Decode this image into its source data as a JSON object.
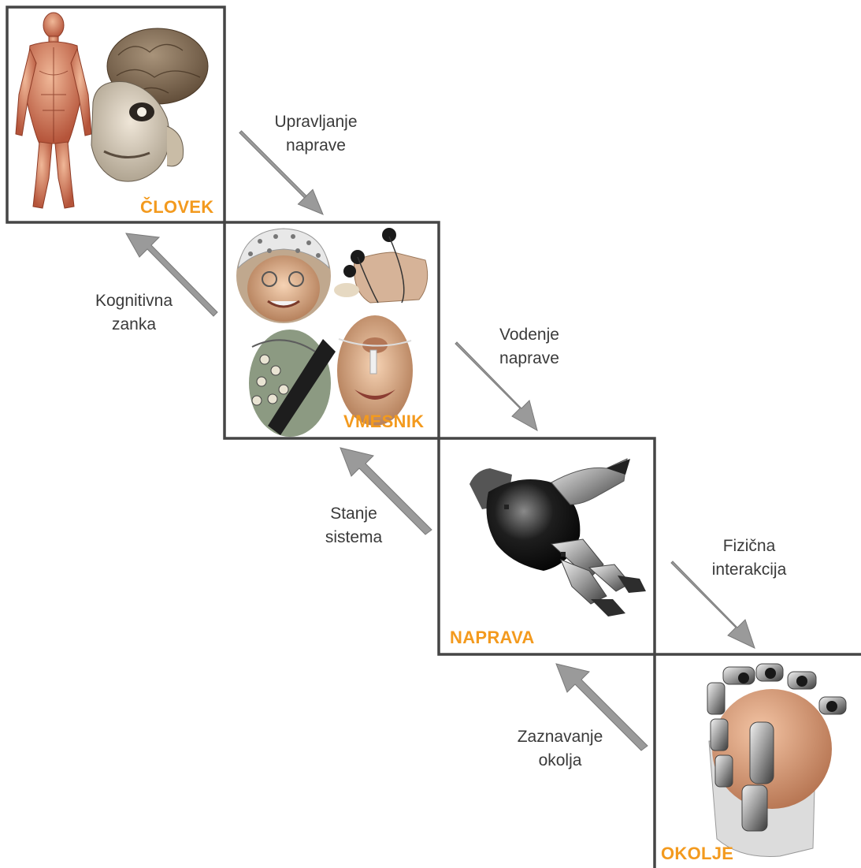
{
  "colors": {
    "accent": "#F39A1E",
    "box_border": "#454545",
    "arrow_fill": "#9a9a9a",
    "label_text": "#3a3a3a"
  },
  "boxes": {
    "clovek": {
      "label": "ČLOVEK",
      "illustration": "human-anatomy-and-brain"
    },
    "vmesnik": {
      "label": "VMESNIK",
      "illustration": "eeg-cap-finger-sensors-emg-breath-sensor"
    },
    "naprava": {
      "label": "NAPRAVA",
      "illustration": "robotic-hand"
    },
    "okolje": {
      "label": "OKOLJE",
      "illustration": "robotic-hand-grasping-ball"
    }
  },
  "arrows": {
    "upravljanje": {
      "line1": "Upravljanje",
      "line2": "naprave"
    },
    "kognitivna": {
      "line1": "Kognitivna",
      "line2": "zanka"
    },
    "vodenje": {
      "line1": "Vodenje",
      "line2": "naprave"
    },
    "stanje": {
      "line1": "Stanje",
      "line2": "sistema"
    },
    "fizicna": {
      "line1": "Fizična",
      "line2": "interakcija"
    },
    "zaznavanje": {
      "line1": "Zaznavanje",
      "line2": "okolja"
    }
  }
}
